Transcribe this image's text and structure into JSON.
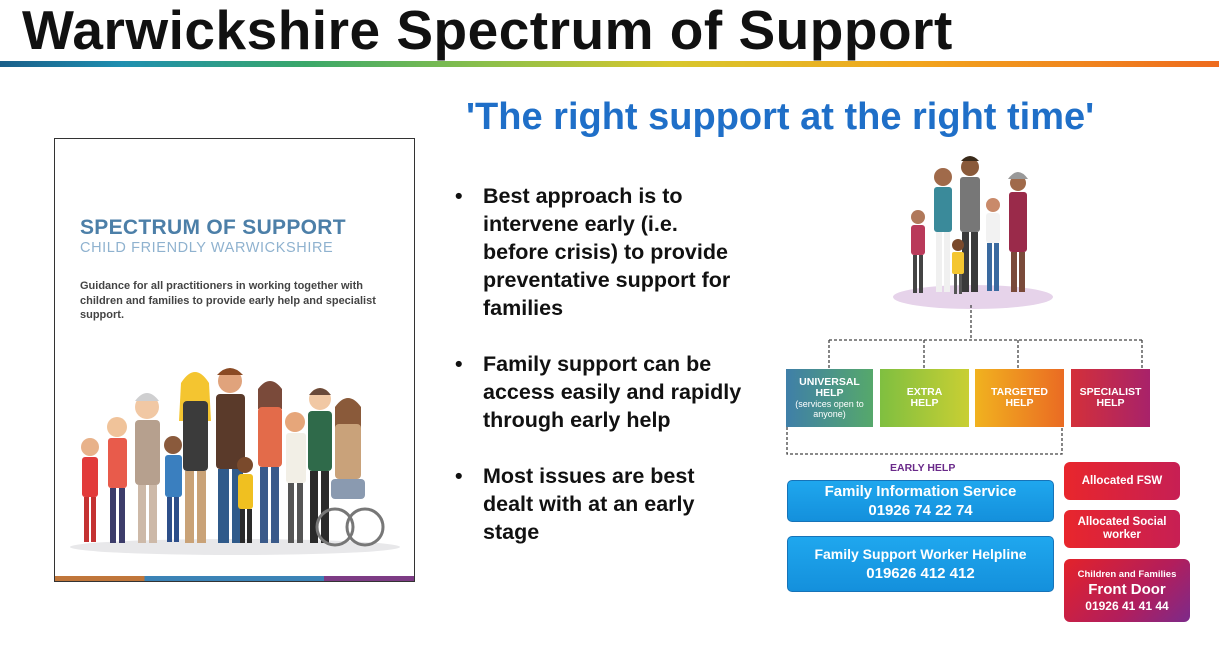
{
  "title": "Warwickshire Spectrum of Support",
  "tagline": "'The right support at the right time'",
  "document": {
    "heading": "SPECTRUM OF SUPPORT",
    "subheading": "CHILD FRIENDLY WARWICKSHIRE",
    "description": "Guidance for all practitioners in working together with children and families to provide early help and specialist support."
  },
  "bullets": [
    "Best approach is to intervene early (i.e. before crisis) to provide preventative support for families",
    "Family support can be access easily and rapidly through early help",
    "Most issues are best dealt with at an early stage"
  ],
  "levels": {
    "universal": {
      "label": "UNIVERSAL HELP",
      "sub": "(services open to anyone)"
    },
    "extra": {
      "label": "EXTRA HELP"
    },
    "targeted": {
      "label": "TARGETED HELP"
    },
    "specialist": {
      "label": "SPECIALIST HELP"
    }
  },
  "early_help_label": "EARLY HELP",
  "services": {
    "fis": {
      "name": "Family Information Service",
      "phone": "01926 74 22 74"
    },
    "fsw_helpline": {
      "name": "Family Support Worker Helpline",
      "phone": "019626 412 412"
    },
    "allocated_fsw": "Allocated FSW",
    "allocated_sw": "Allocated Social worker",
    "front_door": {
      "line1": "Children and Families",
      "line2": "Front Door",
      "phone": "01926 41 41 44"
    }
  },
  "colors": {
    "tagline": "#1f6fc8",
    "early_help_label": "#6a2a8a",
    "service_blue": "#1a9be6",
    "service_red": "#e3222a"
  }
}
